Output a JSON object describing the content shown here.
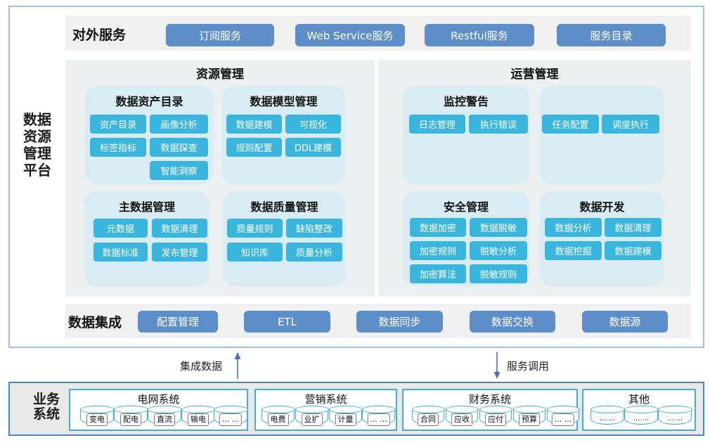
{
  "platform": {
    "vertical_title": "数据\n资源\n管理\n平台"
  },
  "services": {
    "label": "对外服务",
    "buttons": [
      "订阅服务",
      "Web Service服务",
      "Restful服务",
      "服务目录"
    ]
  },
  "resource": {
    "title": "资源管理",
    "panels": {
      "asset_catalog": {
        "title": "数据资产目录",
        "buttons": [
          "资产目录",
          "画像分析",
          "标签指标",
          "数据探查",
          "智能洞察"
        ]
      },
      "model_mgmt": {
        "title": "数据模型管理",
        "buttons": [
          "数据建模",
          "可视化",
          "规则配置",
          "DDL建模"
        ]
      },
      "master_data": {
        "title": "主数据管理",
        "buttons": [
          "元数据",
          "数据清理",
          "数据标准",
          "发布管理"
        ]
      },
      "quality": {
        "title": "数据质量管理",
        "buttons": [
          "质量规则",
          "缺陷整改",
          "知识库",
          "质量分析"
        ]
      }
    }
  },
  "operations": {
    "title": "运营管理",
    "panels": {
      "monitor": {
        "title": "监控警告",
        "buttons": [
          "日志管理",
          "执行错误"
        ]
      },
      "schedule": {
        "buttons": [
          "任务配置",
          "调度执行"
        ]
      },
      "security": {
        "title": "安全管理",
        "buttons": [
          "数据加密",
          "数据脱敏",
          "加密规则",
          "脱敏分析",
          "加密算法",
          "脱敏规则"
        ]
      },
      "development": {
        "title": "数据开发",
        "buttons": [
          "数据分析",
          "数据清理",
          "数据挖掘",
          "数据建模"
        ]
      }
    }
  },
  "integration": {
    "label": "数据集成",
    "buttons": [
      "配置管理",
      "ETL",
      "数据同步",
      "数据交换",
      "数据源"
    ]
  },
  "flows": {
    "up_label": "集成数据",
    "down_label": "服务调用"
  },
  "business": {
    "label": "业务\n系统",
    "groups": [
      {
        "title": "电网系统",
        "items": [
          "变电",
          "配电",
          "直流",
          "输电",
          "... ..."
        ]
      },
      {
        "title": "营销系统",
        "items": [
          "电费",
          "业扩",
          "计量",
          "... ..."
        ]
      },
      {
        "title": "财务系统",
        "items": [
          "合同",
          "应收",
          "应付",
          "预算",
          "... ..."
        ]
      },
      {
        "title": "其他",
        "items": [
          "... ...",
          "... ...",
          "... ..."
        ]
      }
    ]
  },
  "colors": {
    "pill_blue": "#5d8ec7",
    "feature_cyan": "#3ab6de",
    "subpanel_bg": "#d9ecf4",
    "panel_bg": "#edf0f1",
    "band_bg": "#f0f0f0",
    "platform_border": "#9cc2e5",
    "business_border": "#4e86bf",
    "group_border": "#45aed8",
    "arrow_blue": "#4472c4"
  }
}
